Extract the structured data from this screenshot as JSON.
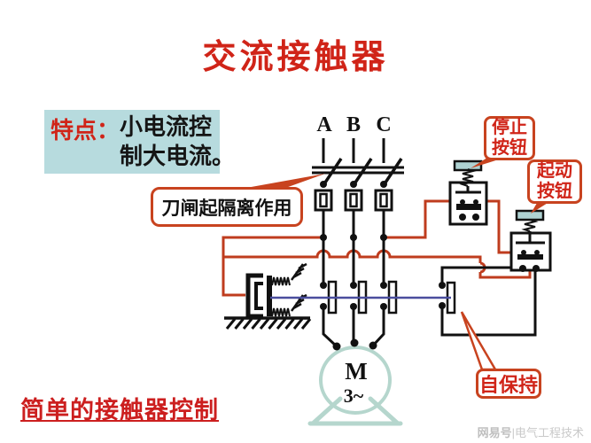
{
  "title": "交流接触器",
  "feature": {
    "label": "特点：",
    "line1": "小电流控",
    "line2": "制大电流。"
  },
  "phase_labels": {
    "a": "A",
    "b": "B",
    "c": "C"
  },
  "callouts": {
    "knife": "刀闸起隔离作用",
    "stop_line1": "停止",
    "stop_line2": "按钮",
    "start_line1": "起动",
    "start_line2": "按钮",
    "self_hold": "自保持"
  },
  "motor": {
    "symbol": "M",
    "phase": "3~"
  },
  "footer_heading": "简单的接触器控制",
  "watermark": {
    "brand": "网易号",
    "text": "|电气工程技术"
  },
  "colors": {
    "title_red": "#d02418",
    "callout_border": "#c8431f",
    "wire_red": "#bf3c1e",
    "crossbar_blue": "#4a4e9e",
    "motor_teal": "#b5d6cd",
    "feature_bg": "#b7dbde",
    "button_cap_fill": "#aed2d2"
  }
}
